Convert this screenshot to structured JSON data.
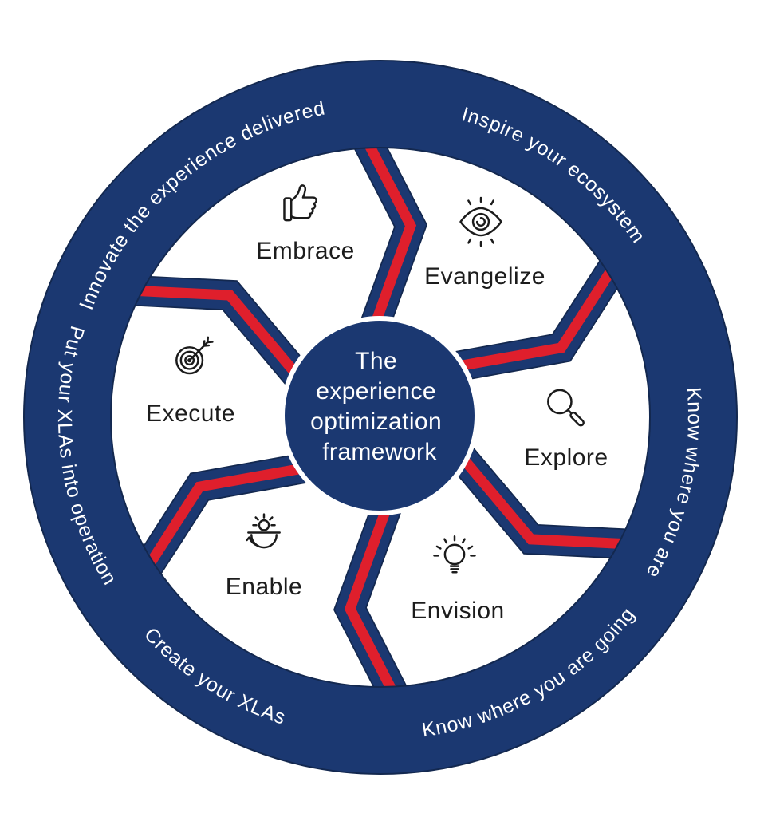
{
  "diagram": {
    "title": "The experience optimization framework",
    "center": {
      "lines": [
        "The",
        "experience",
        "optimization",
        "framework"
      ]
    },
    "ring_labels": {
      "innovate": "Innovate the experience delivered",
      "inspire": "Inspire your ecosystem",
      "know_where_you_are": "Know where you are",
      "know_where_you_are_going": "Know where you are going",
      "create_xlas": "Create your XLAs",
      "put_xlas": "Put your XLAs into operation"
    },
    "segments": [
      {
        "label": "Embrace",
        "icon": "thumbs-up-icon"
      },
      {
        "label": "Evangelize",
        "icon": "eye-icon"
      },
      {
        "label": "Explore",
        "icon": "magnifier-icon"
      },
      {
        "label": "Envision",
        "icon": "lightbulb-icon"
      },
      {
        "label": "Enable",
        "icon": "gear-process-icon"
      },
      {
        "label": "Execute",
        "icon": "target-arrow-icon"
      }
    ],
    "colors": {
      "navy": "#1b3871",
      "red": "#df1f2c",
      "ring_outline": "#13284f",
      "icon_line": "#1b1b1b",
      "segment_text": "#1c1c1c",
      "ring_text": "#ffffff",
      "background": "#ffffff"
    }
  }
}
